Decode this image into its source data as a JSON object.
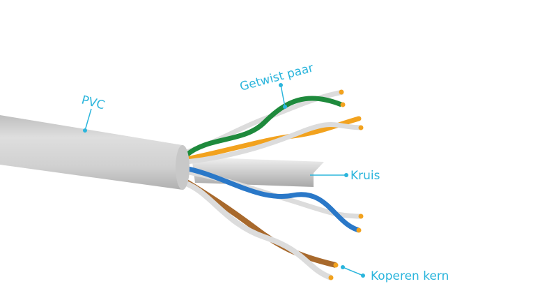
{
  "labels": {
    "pvc": "PVC",
    "twisted_pair": "Getwist paar",
    "cross": "Kruis",
    "copper_core": "Koperen kern"
  },
  "colors": {
    "label": "#2bb5dc",
    "jacket": "#d4d4d4",
    "green": "#1e8a3c",
    "orange": "#f2a21e",
    "blue": "#2a78c8",
    "brown": "#a8692c",
    "white_wire": "#dcdcdc"
  }
}
